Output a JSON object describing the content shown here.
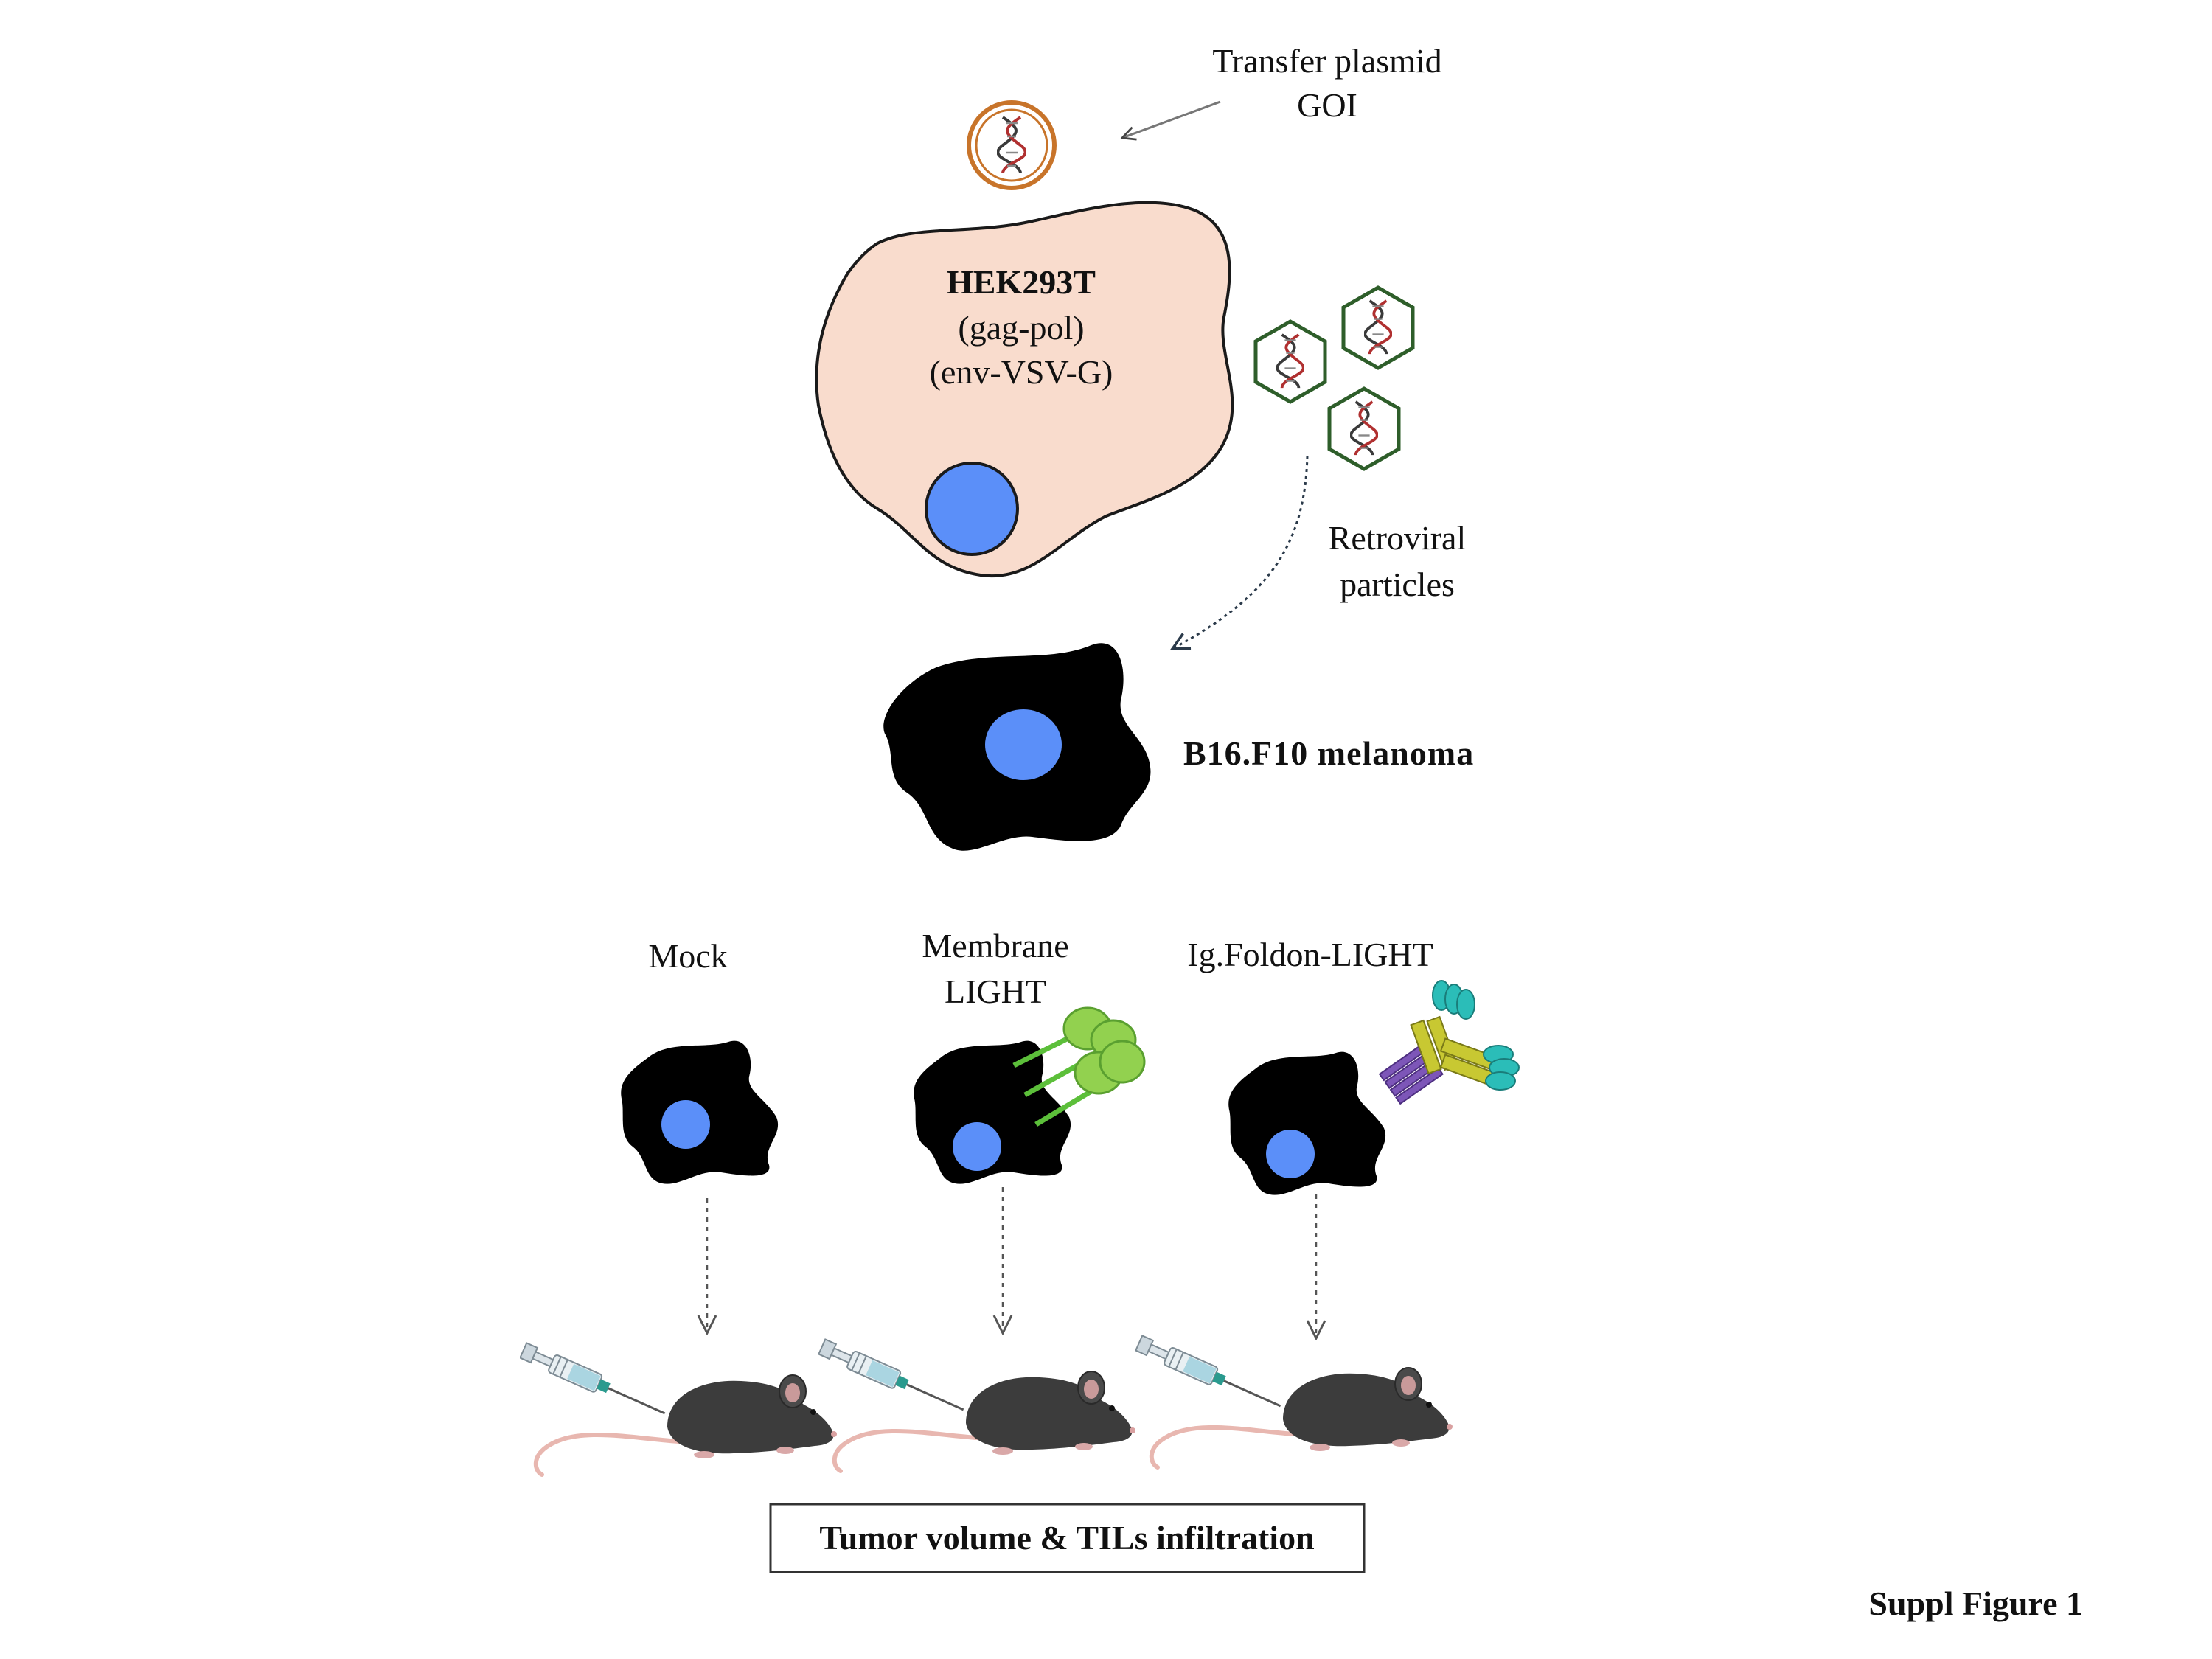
{
  "diagram": {
    "transfer_plasmid": {
      "line1": "Transfer plasmid",
      "line2": "GOI"
    },
    "hek": {
      "title": "HEK293T",
      "line1": "(gag-pol)",
      "line2": "(env-VSV-G)"
    },
    "retroviral": {
      "line1": "Retroviral",
      "line2": "particles"
    },
    "b16": {
      "label": "B16.F10 melanoma"
    },
    "groups": {
      "mock": "Mock",
      "membrane_line1": "Membrane",
      "membrane_line2": "LIGHT",
      "igfoldon": "Ig.Foldon-LIGHT"
    },
    "readout": "Tumor volume & TILs infiltration",
    "figure_label": "Suppl Figure 1"
  },
  "colors": {
    "hek_fill": "#f9dccd",
    "nucleus": "#5b8ff9",
    "melanoma": "#000000",
    "virus_stroke": "#2e5e2a",
    "plasmid_ring": "#c8742a",
    "membrane_light": "#92d14f",
    "ig_chain": "#c8c832",
    "foldon": "#7d56b8",
    "light_domain": "#2bbdb8",
    "mouse": "#3c3c3c",
    "tail": "#e8b7b0"
  },
  "icons": [
    "dna-icon",
    "plasmid-icon",
    "virus-particle-icon",
    "mouse-icon",
    "syringe-icon",
    "membrane-light-icon",
    "ig-foldon-light-icon"
  ]
}
